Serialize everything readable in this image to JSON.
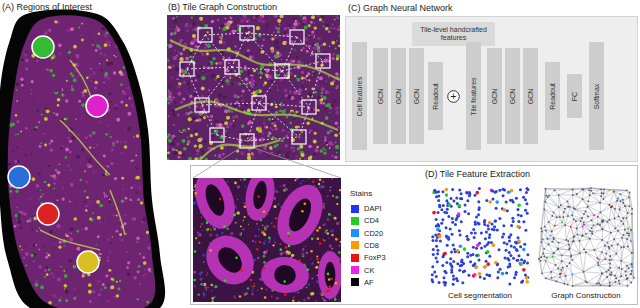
{
  "diagram": {
    "nodes": [
      {
        "text": [
          "(C) Graph Neural Network"
        ]
      },
      {
        "text": [
          "Cell features"
        ],
        "in": 0
      },
      {
        "text": [
          "GCN"
        ],
        "in": 0
      },
      {
        "text": [
          "GCN"
        ],
        "in": 0
      },
      {
        "text": [
          "GCN"
        ],
        "in": 0
      },
      {
        "text": [
          "Readout"
        ],
        "in": 0
      },
      {
        "text": [
          "Tile-level handcrafted features"
        ],
        "in": 0
      },
      {
        "text": [
          "+"
        ],
        "in": 0
      },
      {
        "text": [
          "Tile features"
        ],
        "in": 0
      },
      {
        "text": [
          "GCN"
        ],
        "in": 0
      },
      {
        "text": [
          "GCN"
        ],
        "in": 0
      },
      {
        "text": [
          "GCN"
        ],
        "in": 0
      },
      {
        "text": [
          "Readout"
        ],
        "in": 0
      },
      {
        "text": [
          "FC"
        ],
        "in": 0
      },
      {
        "text": [
          "Softmax"
        ],
        "in": 0
      },
      {
        "text": [
          "(D) Tile Feature Extraction"
        ]
      }
    ],
    "edges": [
      {
        "from": 5,
        "to": 7,
        "arrow": "none"
      },
      {
        "from": 6,
        "to": 7,
        "arrow": "none"
      },
      {
        "from": 7,
        "to": 8,
        "arrow": "none"
      }
    ],
    "labels": [
      "(A) Regions of Interest",
      "(B) Tile Graph Construction",
      "Stains",
      "Cell segmentation",
      "Graph Construction"
    ],
    "legend": [
      {
        "text": "DAPI",
        "color": "#2233ff"
      },
      {
        "text": "CD4",
        "color": "#22cc22"
      },
      {
        "text": "CD20",
        "color": "#1e90ff"
      },
      {
        "text": "CD8",
        "color": "#ff9900"
      },
      {
        "text": "FoxP3",
        "color": "#ee1111"
      },
      {
        "text": "CK",
        "color": "#ee22ee"
      },
      {
        "text": "AF",
        "color": "#000000"
      }
    ]
  }
}
